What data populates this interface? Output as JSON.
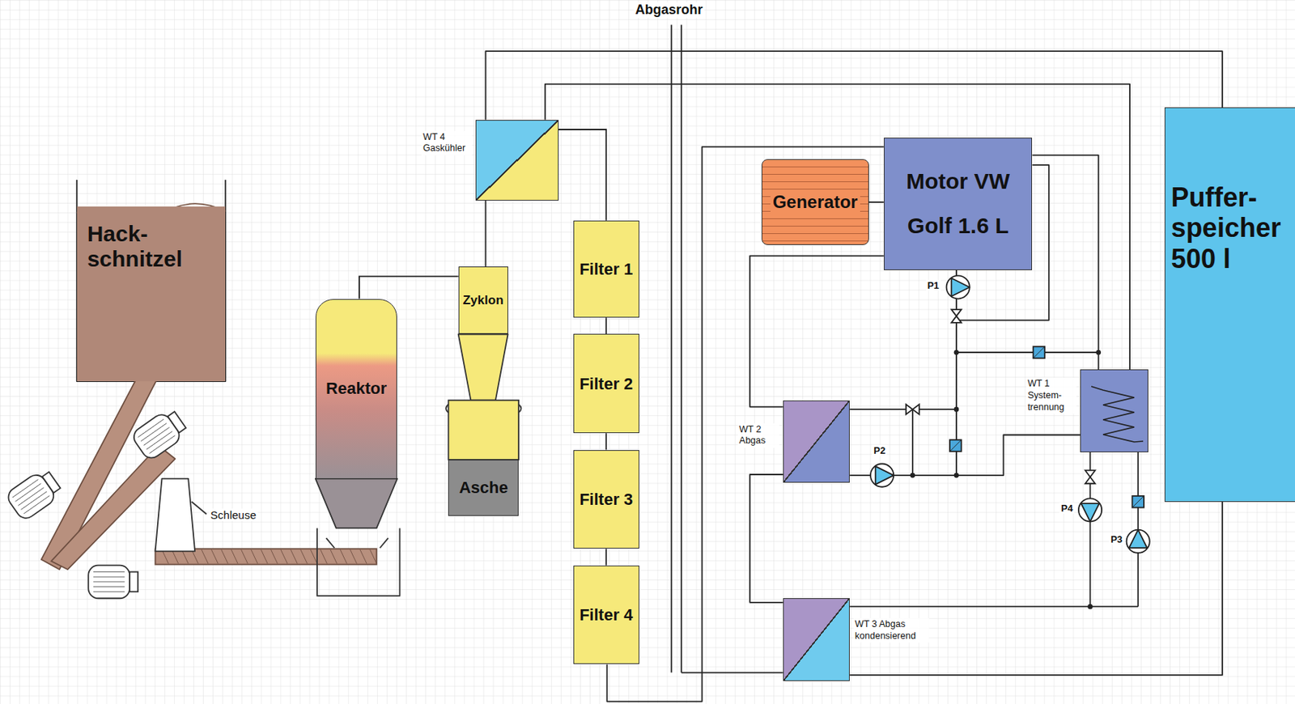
{
  "diagram": {
    "nodes": [
      {
        "text": [
          "Hack- schnitzel"
        ]
      },
      {
        "text": [
          "Reaktor"
        ]
      },
      {
        "text": [
          "Zyklon"
        ]
      },
      {
        "text": [
          "Asche"
        ]
      },
      {
        "text": [
          "WT 4 Gaskühler"
        ]
      },
      {
        "text": [
          "Filter 1"
        ]
      },
      {
        "text": [
          "Filter 2"
        ]
      },
      {
        "text": [
          "Filter 3"
        ]
      },
      {
        "text": [
          "Filter 4"
        ]
      },
      {
        "text": [
          "Generator"
        ]
      },
      {
        "text": [
          "Motor VW Golf 1.6 L"
        ]
      },
      {
        "text": [
          "WT 2 Abgas"
        ]
      },
      {
        "text": [
          "WT 1 System- trennung"
        ]
      },
      {
        "text": [
          "WT 3 Abgas kondensierend"
        ]
      },
      {
        "text": [
          "Puffer- speicher 500 l"
        ]
      }
    ],
    "edges": [
      {
        "from": 1,
        "to": 2,
        "arrow": "none"
      },
      {
        "from": 2,
        "to": 4,
        "arrow": "none"
      },
      {
        "from": 4,
        "to": 5,
        "arrow": "none"
      },
      {
        "from": 5,
        "to": 6,
        "arrow": "none"
      },
      {
        "from": 6,
        "to": 7,
        "arrow": "none"
      },
      {
        "from": 7,
        "to": 8,
        "arrow": "none"
      },
      {
        "from": 9,
        "to": 10,
        "arrow": "none"
      }
    ],
    "labels": [
      "Abgasrohr",
      "Schleuse",
      "P1",
      "P2",
      "P4",
      "P3"
    ]
  }
}
